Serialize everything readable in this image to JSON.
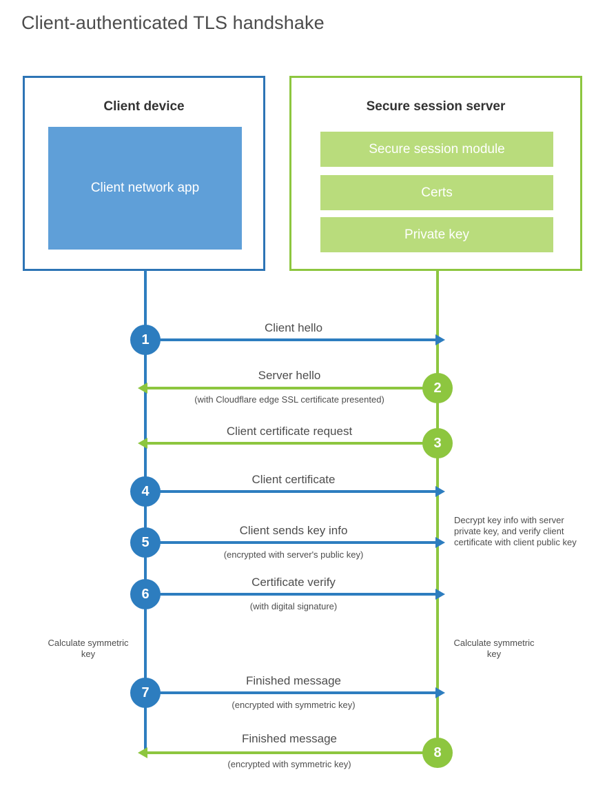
{
  "title": "Client-authenticated TLS handshake",
  "client_panel": {
    "heading": "Client device",
    "app_label": "Client network app"
  },
  "server_panel": {
    "heading": "Secure session server",
    "bars": [
      {
        "label": "Secure session module"
      },
      {
        "label": "Certs"
      },
      {
        "label": "Private key"
      }
    ]
  },
  "colors": {
    "client_blue": "#2d74b5",
    "client_line_blue": "#2d7dbf",
    "client_app_fill": "#5f9fd8",
    "server_green": "#8dc63f",
    "server_bar_fill": "#b9dc7c",
    "text_gray": "#4d4d4d",
    "title_gray": "#4c4c4c"
  },
  "steps": [
    {
      "number": "1",
      "label": "Client hello",
      "sub": "",
      "direction": "client-to-server",
      "color": "blue"
    },
    {
      "number": "2",
      "label": "Server hello",
      "sub": "(with Cloudflare edge SSL certificate presented)",
      "direction": "server-to-client",
      "color": "green"
    },
    {
      "number": "3",
      "label": "Client certificate request",
      "sub": "",
      "direction": "server-to-client",
      "color": "green"
    },
    {
      "number": "4",
      "label": "Client certificate",
      "sub": "",
      "direction": "client-to-server",
      "color": "blue"
    },
    {
      "number": "5",
      "label": "Client sends key info",
      "sub": "(encrypted with server's public key)",
      "direction": "client-to-server",
      "color": "blue"
    },
    {
      "number": "6",
      "label": "Certificate verify",
      "sub": "(with digital signature)",
      "direction": "client-to-server",
      "color": "blue"
    },
    {
      "number": "7",
      "label": "Finished message",
      "sub": "(encrypted with symmetric key)",
      "direction": "client-to-server",
      "color": "blue"
    },
    {
      "number": "8",
      "label": "Finished message",
      "sub": "(encrypted with symmetric key)",
      "direction": "server-to-client",
      "color": "green"
    }
  ],
  "annotations": {
    "server_decrypt": "Decrypt key info with server private key, and verify client certificate with client public key",
    "client_calculate": "Calculate symmetric key",
    "server_calculate": "Calculate symmetric key"
  }
}
